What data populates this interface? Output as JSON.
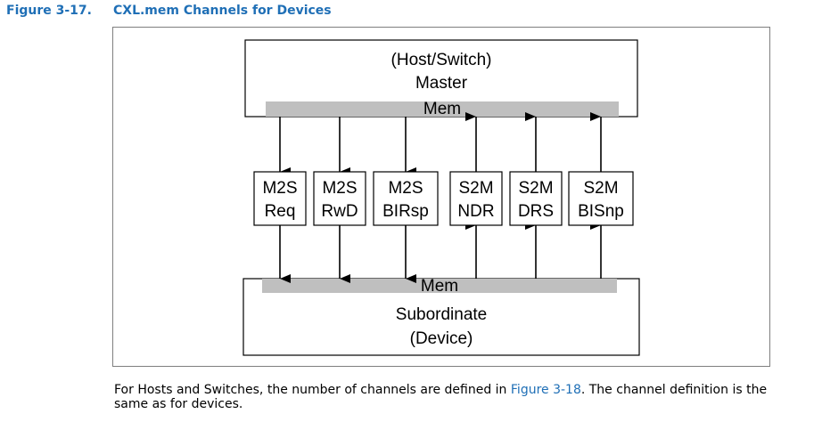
{
  "caption": {
    "number": "Figure 3-17.",
    "title": "CXL.mem Channels for Devices"
  },
  "diagram": {
    "master": {
      "line1": "(Host/Switch)",
      "line2": "Master",
      "bus": "Mem"
    },
    "subordinate": {
      "line1": "Subordinate",
      "line2": "(Device)",
      "bus": "Mem"
    },
    "channels": [
      {
        "top": "M2S",
        "bottom": "Req",
        "direction": "down"
      },
      {
        "top": "M2S",
        "bottom": "RwD",
        "direction": "down"
      },
      {
        "top": "M2S",
        "bottom": "BIRsp",
        "direction": "down"
      },
      {
        "top": "S2M",
        "bottom": "NDR",
        "direction": "up"
      },
      {
        "top": "S2M",
        "bottom": "DRS",
        "direction": "up"
      },
      {
        "top": "S2M",
        "bottom": "BISnp",
        "direction": "up"
      }
    ]
  },
  "body": {
    "text_before": "For Hosts and Switches, the number of channels are defined in ",
    "link": "Figure 3-18",
    "text_after": ". The channel definition is the same as for devices."
  },
  "colors": {
    "accent": "#1f6fb6",
    "bus": "#bfbfbf"
  }
}
